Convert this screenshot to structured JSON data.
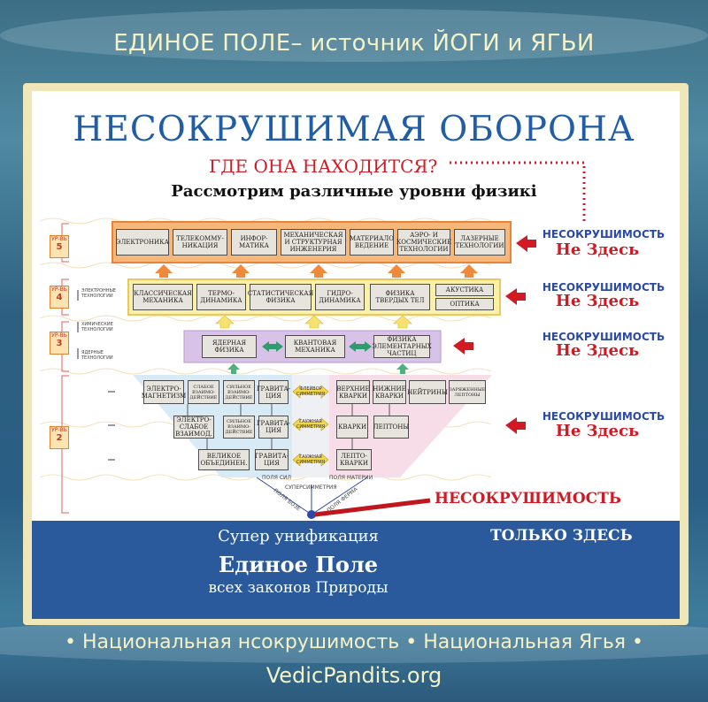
{
  "header_title": "ЕДИНОЕ ПОЛЕ– источник ЙОГИ и ЯГЬИ",
  "diagram": {
    "title": "НЕСОКРУШИМАЯ ОБОРОНА",
    "question": "ГДЕ ОНА НАХОДИТСЯ?",
    "subtitle": "Рассмотрим различные уровни физикі",
    "levels": [
      {
        "label": "УР-ВЬ",
        "num": "5"
      },
      {
        "label": "УР-ВЬ",
        "num": "4"
      },
      {
        "label": "УР-ВЬ",
        "num": "3"
      },
      {
        "label": "УР-ВЬ",
        "num": "2"
      }
    ],
    "side_labels": {
      "electronic": "ЭЛЕКТРОННЫЕ ТЕХНОЛОГИИ",
      "chemical": "ХИМИЧЕСКИЕ ТЕХНОЛОГИИ",
      "nuclear": "ЯДЕРНЫЕ ТЕХНОЛОГИИ"
    },
    "row5": [
      "ЭЛЕКТРОНИКА",
      "ТЕЛЕКОММУ-НИКАЦИЯ",
      "ИНФОР-МАТИКА",
      "МЕХАНИЧЕСКАЯ И СТРУКТУРНАЯ ИНЖЕНЕРИЯ",
      "МАТЕРИАЛО ВЕДЕНИЕ",
      "АЭРО- И КОСМИЧЕСКИЕ ТЕХНОЛОГИИ",
      "ЛАЗЕРНЫЕ ТЕХНОЛОГИИ"
    ],
    "row4": [
      "КЛАССИЧЕСКАЯ МЕХАНИКА",
      "ТЕРМО-ДИНАМИКА",
      "СТАТИСТИЧЕСКАЯ ФИЗИКА",
      "ГИДРО-ДИНАМИКА",
      "ФИЗИКА ТВЕРДЫХ ТЕЛ",
      "АКУСТИКА",
      "ОПТИКА"
    ],
    "row3": [
      "ЯДЕРНАЯ ФИЗИКА",
      "КВАНТОВАЯ МЕХАНИКА",
      "ФИЗИКА ЭЛЕМЕНТАРНЫХ ЧАСТИЦ"
    ],
    "forces_top": [
      "ЭЛЕКТРО-МАГНЕТИЗМ",
      "СЛАБОЕ ВЗАИМО-ДЕЙСТВИЕ",
      "СИЛЬНОЕ ВЗАИМО-ДЕЙСТВИЕ",
      "ГРАВИТА-ЦИЯ"
    ],
    "forces_mid": [
      "ЭЛЕКТРО-СЛАБОЕ ВЗАИМОД.",
      "СИЛЬНОЕ ВЗАИМО-ДЕЙСТВИЕ",
      "ГРАВИТА-ЦИЯ"
    ],
    "forces_bot": [
      "ВЕЛИКОЕ ОБЪЕДИНЕН.",
      "ГРАВИТА-ЦИЯ"
    ],
    "matter_top": [
      "ВЕРХНИЕ КВАРКИ",
      "НИЖНИЕ КВАРКИ",
      "НЕЙТРИНЫ",
      "ЗАРЯЖЕННЫЕ ЛЕПТОНЫ"
    ],
    "matter_mid": [
      "КВАРКИ",
      "ЛЕПТОНЫ"
    ],
    "matter_bot": [
      "ЛЕПТО-КВАРКИ"
    ],
    "symmetry": [
      "ФЛЕЙВОР СИММЕТРИЯ",
      "ГАУЖНАЯ СИММЕТРИЯ",
      "ГАУЖНАЯ СИММЕТРИЯ"
    ],
    "field_forces": "ПОЛЯ СИЛ",
    "field_matter": "ПОЛЯ МАТЕРИИ",
    "supersymmetry": "СУПЕРСИММЕТРИЯ",
    "bose": "ПОЛЯ БОЗЕ",
    "fermi": "ПОЛЯ ФЕРМА",
    "right_labels": [
      {
        "top": "НЕСОКРУШИМОСТЬ",
        "bottom": "Не Здесь"
      },
      {
        "top": "НЕСОКРУШИМОСТЬ",
        "bottom": "Не Здесь"
      },
      {
        "top": "НЕСОКРУШИМОСТЬ",
        "bottom": "Не Здесь"
      },
      {
        "top": "НЕСОКРУШИМОСТЬ",
        "bottom": "Не Здесь"
      }
    ],
    "invincibility": "НЕСОКРУШИМОСТЬ",
    "only_here": "ТОЛЬКО ЗДЕСЬ",
    "super_unification": "Супер унификация",
    "unified_field": "Единое Поле",
    "all_laws": "всех законов Природы"
  },
  "footer_line": "• Национальная нсокрушимость • Национальная Ягья •",
  "footer_url": "VedicPandits.org",
  "colors": {
    "title_blue": "#215da6",
    "red": "#d11a24",
    "header_text": "#f4f2c8",
    "bottom_panel": "#2a5a9b"
  }
}
